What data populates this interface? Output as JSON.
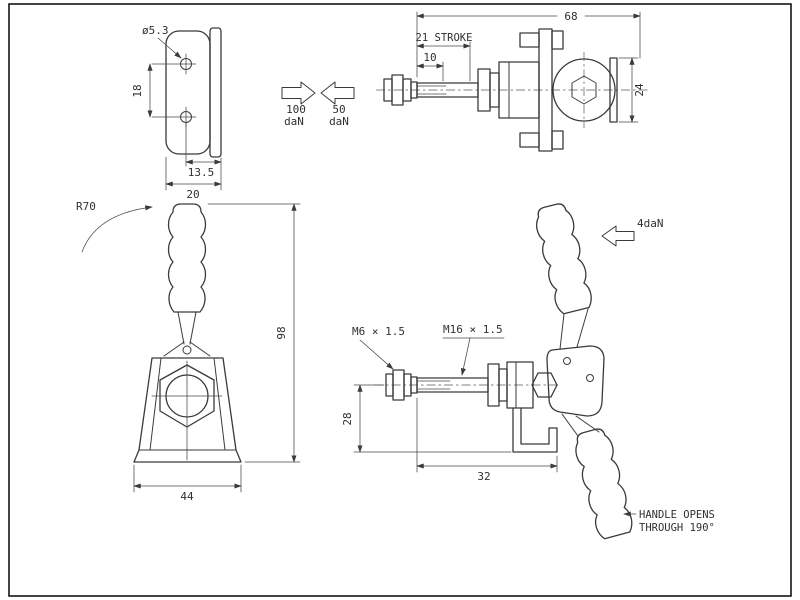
{
  "colors": {
    "line": "#3a3a3a",
    "background": "#ffffff",
    "frame": "#151515"
  },
  "views": {
    "plate": {
      "hole_dia": "ø5.3",
      "dim_hole_spacing": "18",
      "dim_hole_offset": "13.5",
      "dim_width": "20"
    },
    "forces": {
      "push_value": "100",
      "push_unit": "daN",
      "pull_value": "50",
      "pull_unit": "daN"
    },
    "side": {
      "dim_length": "68",
      "dim_stroke": "21 STROKE",
      "dim_tip": "10",
      "dim_height": "24"
    },
    "front": {
      "radius": "R70",
      "dim_height": "98",
      "dim_width": "44"
    },
    "open": {
      "force": "4daN",
      "thread_small": "M6 × 1.5",
      "thread_large": "M16 × 1.5",
      "dim_axis_height": "28",
      "dim_base_offset": "32",
      "note_line1": "HANDLE OPENS",
      "note_line2": "THROUGH 190°"
    }
  }
}
